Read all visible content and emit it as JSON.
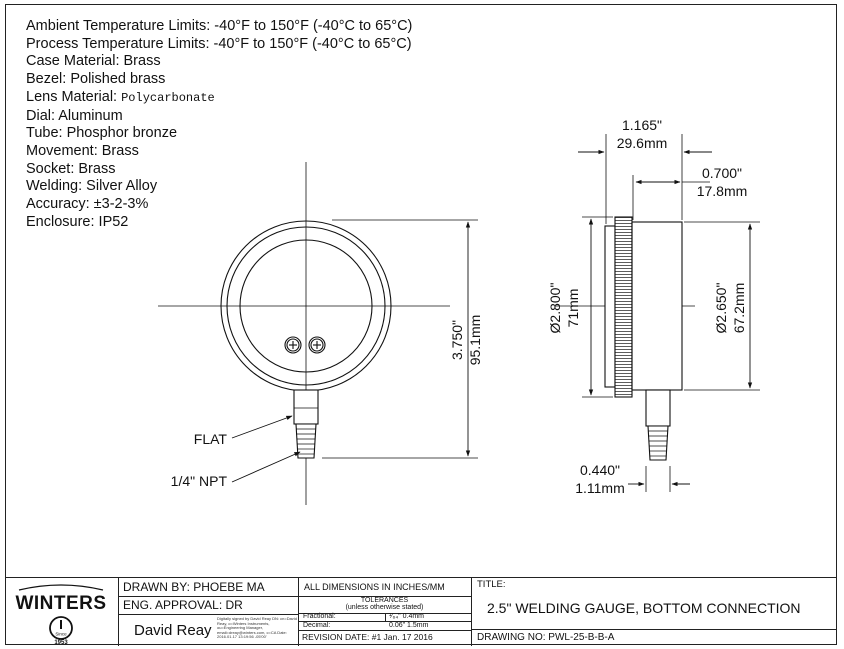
{
  "specs": {
    "ambient": "Ambient Temperature Limits: -40°F to 150°F (-40°C to 65°C)",
    "process": "Process Temperature Limits: -40°F to 150°F (-40°C to 65°C)",
    "case": "Case Material: Brass",
    "bezel": "Bezel: Polished brass",
    "lens_label": "Lens Material: ",
    "lens_value": "Polycarbonate",
    "dial": "Dial: Aluminum",
    "tube": "Tube: Phosphor bronze",
    "movement": "Movement: Brass",
    "socket": "Socket: Brass",
    "welding": "Welding: Silver Alloy",
    "accuracy": "Accuracy: ±3-2-3%",
    "enclosure": "Enclosure: IP52"
  },
  "front_view": {
    "height_in": "3.750\"",
    "height_mm": "95.1mm",
    "flat_label": "FLAT",
    "npt_label": "1/4\" NPT"
  },
  "side_view": {
    "depth_in": "1.165\"",
    "depth_mm": "29.6mm",
    "case_depth_in": "0.700\"",
    "case_depth_mm": "17.8mm",
    "bezel_dia_in": "Ø2.800\"",
    "bezel_dia_mm": "71mm",
    "case_dia_in": "Ø2.650\"",
    "case_dia_mm": "67.2mm",
    "stem_in": "0.440\"",
    "stem_mm": "1.11mm"
  },
  "title_block": {
    "logo_text": "WINTERS",
    "logo_since": "Since",
    "logo_year": "1953",
    "drawn_by": "DRAWN BY: PHOEBE MA",
    "eng_approval": "ENG. APPROVAL: DR",
    "signature": "David Reay",
    "signature_note": "Digitally signed by David Reay DN: cn=David Reay, o=Winters Instruments, ou=Engineering Manager, email=dreay@winters.com, c=CA Date: 2016.01.17 13:19:56 -05'00'",
    "dimensions_note": "ALL DIMENSIONS IN INCHES/MM",
    "tolerances_title": "TOLERANCES",
    "tolerances_sub": "(unless otherwise stated)",
    "fractional_label": "Fractional:",
    "fractional_value": "¹⁄₆₄\"  0.4mm",
    "decimal_label": "Decimal:",
    "decimal_value": "0.06\"  1.5mm",
    "revision_date": "REVISION DATE: #1  Jan. 17 2016",
    "title_label": "TITLE:",
    "title": "2.5\" WELDING GAUGE, BOTTOM CONNECTION",
    "drawing_no": "DRAWING NO: PWL-25-B-B-A"
  }
}
